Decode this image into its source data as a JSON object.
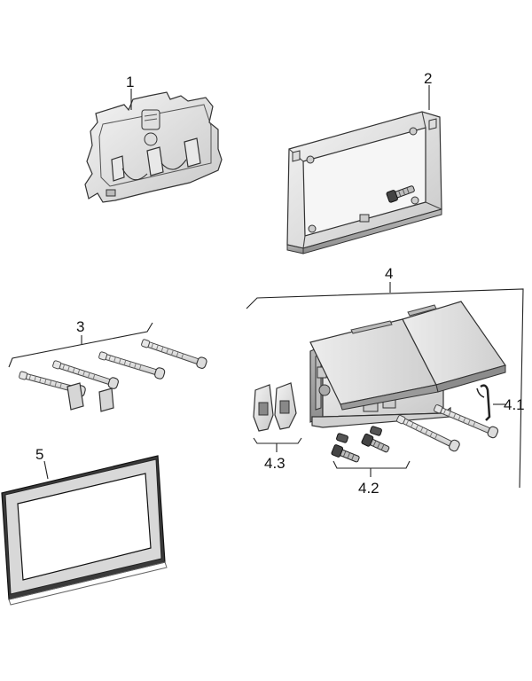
{
  "labels": {
    "p1": "1",
    "p2": "2",
    "p3": "3",
    "p4": "4",
    "p41": "4.1",
    "p42": "4.2",
    "p43": "4.3",
    "p5": "5"
  }
}
